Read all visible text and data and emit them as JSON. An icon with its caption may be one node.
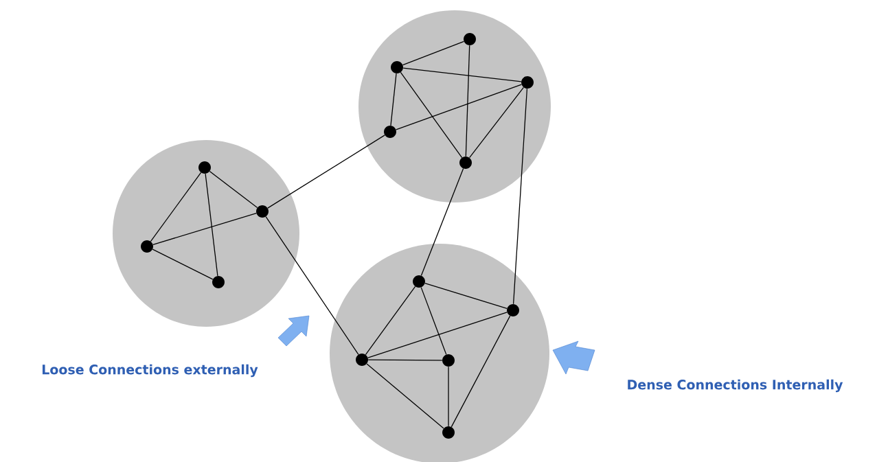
{
  "diagram": {
    "nodes": [
      {
        "text": [],
        "shape": "circle"
      },
      {
        "text": [],
        "shape": "circle",
        "in": 0
      },
      {
        "text": [],
        "shape": "circle",
        "in": 0
      },
      {
        "text": [],
        "shape": "circle",
        "in": 0
      },
      {
        "text": [],
        "shape": "circle",
        "in": 0
      },
      {
        "text": [],
        "shape": "circle",
        "in": 0
      },
      {
        "text": [],
        "shape": "circle"
      },
      {
        "text": [],
        "shape": "circle",
        "in": 6
      },
      {
        "text": [],
        "shape": "circle",
        "in": 6
      },
      {
        "text": [],
        "shape": "circle",
        "in": 6
      },
      {
        "text": [],
        "shape": "circle",
        "in": 6
      },
      {
        "text": [],
        "shape": "circle"
      },
      {
        "text": [],
        "shape": "circle",
        "in": 11
      },
      {
        "text": [],
        "shape": "circle",
        "in": 11
      },
      {
        "text": [],
        "shape": "circle",
        "in": 11
      },
      {
        "text": [],
        "shape": "circle",
        "in": 11
      },
      {
        "text": [],
        "shape": "circle",
        "in": 11
      }
    ],
    "edges": [
      {
        "from": 2,
        "to": 1,
        "arrow": "none"
      },
      {
        "from": 1,
        "to": 5,
        "arrow": "none"
      },
      {
        "from": 2,
        "to": 3,
        "arrow": "none"
      },
      {
        "from": 2,
        "to": 4,
        "arrow": "none"
      },
      {
        "from": 2,
        "to": 5,
        "arrow": "none"
      },
      {
        "from": 4,
        "to": 3,
        "arrow": "none"
      },
      {
        "from": 3,
        "to": 5,
        "arrow": "none"
      },
      {
        "from": 7,
        "to": 9,
        "arrow": "none"
      },
      {
        "from": 7,
        "to": 8,
        "arrow": "none"
      },
      {
        "from": 7,
        "to": 10,
        "arrow": "none"
      },
      {
        "from": 9,
        "to": 8,
        "arrow": "none"
      },
      {
        "from": 9,
        "to": 10,
        "arrow": "none"
      },
      {
        "from": 8,
        "to": 4,
        "arrow": "none"
      },
      {
        "from": 8,
        "to": 14,
        "arrow": "none"
      },
      {
        "from": 5,
        "to": 12,
        "arrow": "none"
      },
      {
        "from": 3,
        "to": 13,
        "arrow": "none"
      },
      {
        "from": 12,
        "to": 13,
        "arrow": "none"
      },
      {
        "from": 12,
        "to": 14,
        "arrow": "none"
      },
      {
        "from": 12,
        "to": 15,
        "arrow": "none"
      },
      {
        "from": 14,
        "to": 13,
        "arrow": "none"
      },
      {
        "from": 14,
        "to": 15,
        "arrow": "none"
      },
      {
        "from": 14,
        "to": 16,
        "arrow": "none"
      },
      {
        "from": 15,
        "to": 16,
        "arrow": "none"
      },
      {
        "from": 13,
        "to": 16,
        "arrow": "none"
      }
    ],
    "labels": [
      "Loose Connections externally",
      "Dense Connections Internally"
    ]
  }
}
